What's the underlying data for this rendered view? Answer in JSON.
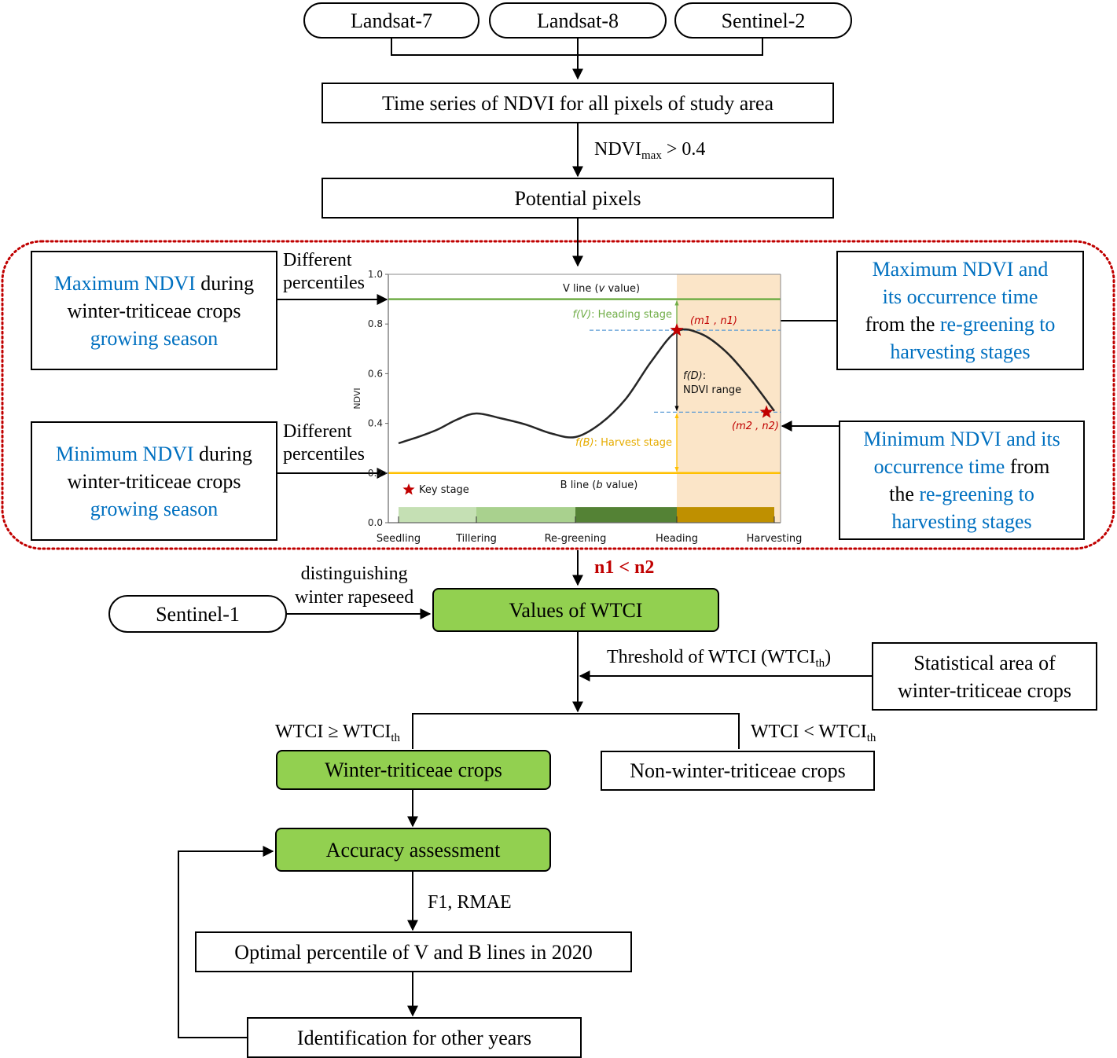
{
  "sources": {
    "landsat7": "Landsat-7",
    "landsat8": "Landsat-8",
    "sentinel2": "Sentinel-2",
    "sentinel1": "Sentinel-1"
  },
  "steps": {
    "time_series": "Time series of NDVI for all pixels of study area",
    "ndvi_condition_main": "NDVI",
    "ndvi_condition_sub": "max",
    "ndvi_condition_tail": " > 0.4",
    "potential_pixels": "Potential pixels",
    "n_condition": "n1 < n2",
    "distinguishing_line1": "distinguishing",
    "distinguishing_line2": "winter rapeseed",
    "values_wtci": "Values of WTCI",
    "threshold_main": "Threshold of WTCI (WTCI",
    "threshold_sub": "th",
    "threshold_tail": ")",
    "statistical_area_line1": "Statistical area of",
    "statistical_area_line2": "winter-triticeae crops",
    "ge_main": "WTCI ≥ WTCI",
    "ge_sub": "th",
    "lt_main": "WTCI < WTCI",
    "lt_sub": "th",
    "winter_crops": "Winter-triticeae crops",
    "non_winter_crops": "Non-winter-triticeae crops",
    "accuracy": "Accuracy assessment",
    "metrics": "F1, RMAE",
    "optimal": "Optimal percentile of V and B lines in 2020",
    "other_years": "Identification for other years"
  },
  "side_boxes": {
    "max_left": {
      "p1_blue": "Maximum NDVI",
      "p1_black": " during",
      "p2": "winter-triticeae crops",
      "p3_blue": "growing season"
    },
    "min_left": {
      "p1_blue": "Minimum NDVI",
      "p1_black": " during",
      "p2": "winter-triticeae crops",
      "p3_blue": "growing season"
    },
    "max_right": {
      "l1": "Maximum NDVI and",
      "l2": "its occurrence time",
      "l3_black": "from the ",
      "l3_blue": "re-greening to",
      "l4": "harvesting stages"
    },
    "min_right": {
      "l1": "Minimum NDVI and its",
      "l2_blue": "occurrence time",
      "l2_black": " from",
      "l3_black": "the ",
      "l3_blue": "re-greening to",
      "l4": "harvesting stages"
    },
    "percentiles_line1": "Different",
    "percentiles_line2": "percentiles"
  },
  "colors": {
    "accent_blue": "#0070c0",
    "green_box": "#92d050",
    "dotted_border": "#c00000",
    "condition_red": "#c00000"
  },
  "chart_data": {
    "type": "line",
    "title": "",
    "xlabel": "",
    "ylabel": "NDVI",
    "ylim": [
      0,
      1.0
    ],
    "yticks": [
      "0.0",
      "0.2",
      "0.4",
      "0.6",
      "0.8",
      "1.0"
    ],
    "ytick_values": [
      0.0,
      0.2,
      0.4,
      0.6,
      0.8,
      1.0
    ],
    "stages": [
      "Seedling",
      "Tillering",
      "Re-greening",
      "Heading",
      "Harvesting"
    ],
    "stage_positions": [
      0,
      1,
      2,
      3,
      4
    ],
    "stage_bar_colors": [
      "#c5e0b4",
      "#a9d18e",
      "#548235",
      "#bf9000"
    ],
    "x": [
      0,
      0.25,
      0.5,
      0.75,
      1.0,
      1.25,
      1.5,
      1.75,
      2.0,
      2.25,
      2.5,
      2.75,
      3.0,
      3.25,
      3.5,
      3.75,
      4.0
    ],
    "series": [
      {
        "name": "NDVI curve",
        "values": [
          0.32,
          0.345,
          0.375,
          0.415,
          0.44,
          0.42,
          0.395,
          0.36,
          0.345,
          0.4,
          0.5,
          0.65,
          0.77,
          0.76,
          0.69,
          0.58,
          0.45
        ]
      }
    ],
    "v_line": {
      "label_pre": "V line (",
      "label_italic": "v",
      "label_post": " value)",
      "value": 0.9,
      "color": "#70ad47"
    },
    "b_line": {
      "label_pre": "B line (",
      "label_italic": "b",
      "label_post": " value)",
      "value": 0.2,
      "color": "#ffc000"
    },
    "max_point": {
      "x": 3.0,
      "y": 0.775,
      "label": "(m1 , n1)"
    },
    "min_point": {
      "x": 3.92,
      "y": 0.445,
      "label": "(m2 , n2)"
    },
    "annotations": {
      "fv_italic": "f(V)",
      "fv_text": ": Heading stage",
      "fb_italic": "f(B)",
      "fb_text": ": Harvest stage",
      "fd_italic": "f(D)",
      "fd_text": ":",
      "fd_line2": "NDVI range",
      "legend_key": "Key stage"
    },
    "highlight_region": {
      "from_stage": "Heading",
      "to_stage": "Harvesting",
      "color": "#fbe5c8"
    },
    "legend_placement": "bottom-left",
    "grid": false
  }
}
